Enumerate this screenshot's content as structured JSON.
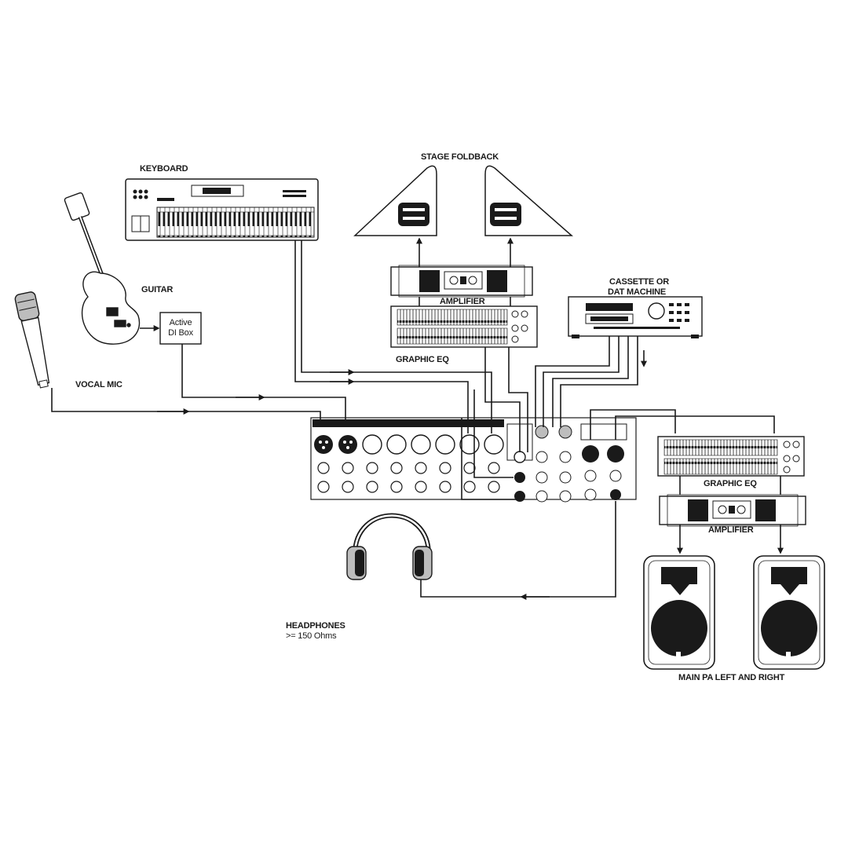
{
  "labels": {
    "keyboard": "KEYBOARD",
    "guitar": "GUITAR",
    "active_di_box_line1": "Active",
    "active_di_box_line2": "DI Box",
    "vocal_mic": "VOCAL MIC",
    "stage_foldback": "STAGE FOLDBACK",
    "amplifier_top": "AMPLIFIER",
    "graphic_eq_top": "GRAPHIC EQ",
    "cassette_line1": "CASSETTE OR",
    "cassette_line2": "DAT MACHINE",
    "graphic_eq_right": "GRAPHIC EQ",
    "amplifier_right": "AMPLIFIER",
    "headphones_line1": "HEADPHONES",
    "headphones_line2": ">= 150 Ohms",
    "main_pa": "MAIN PA LEFT AND RIGHT"
  },
  "colors": {
    "ink": "#1a1a1a",
    "paper": "#ffffff",
    "grey": "#bdbdbd"
  }
}
